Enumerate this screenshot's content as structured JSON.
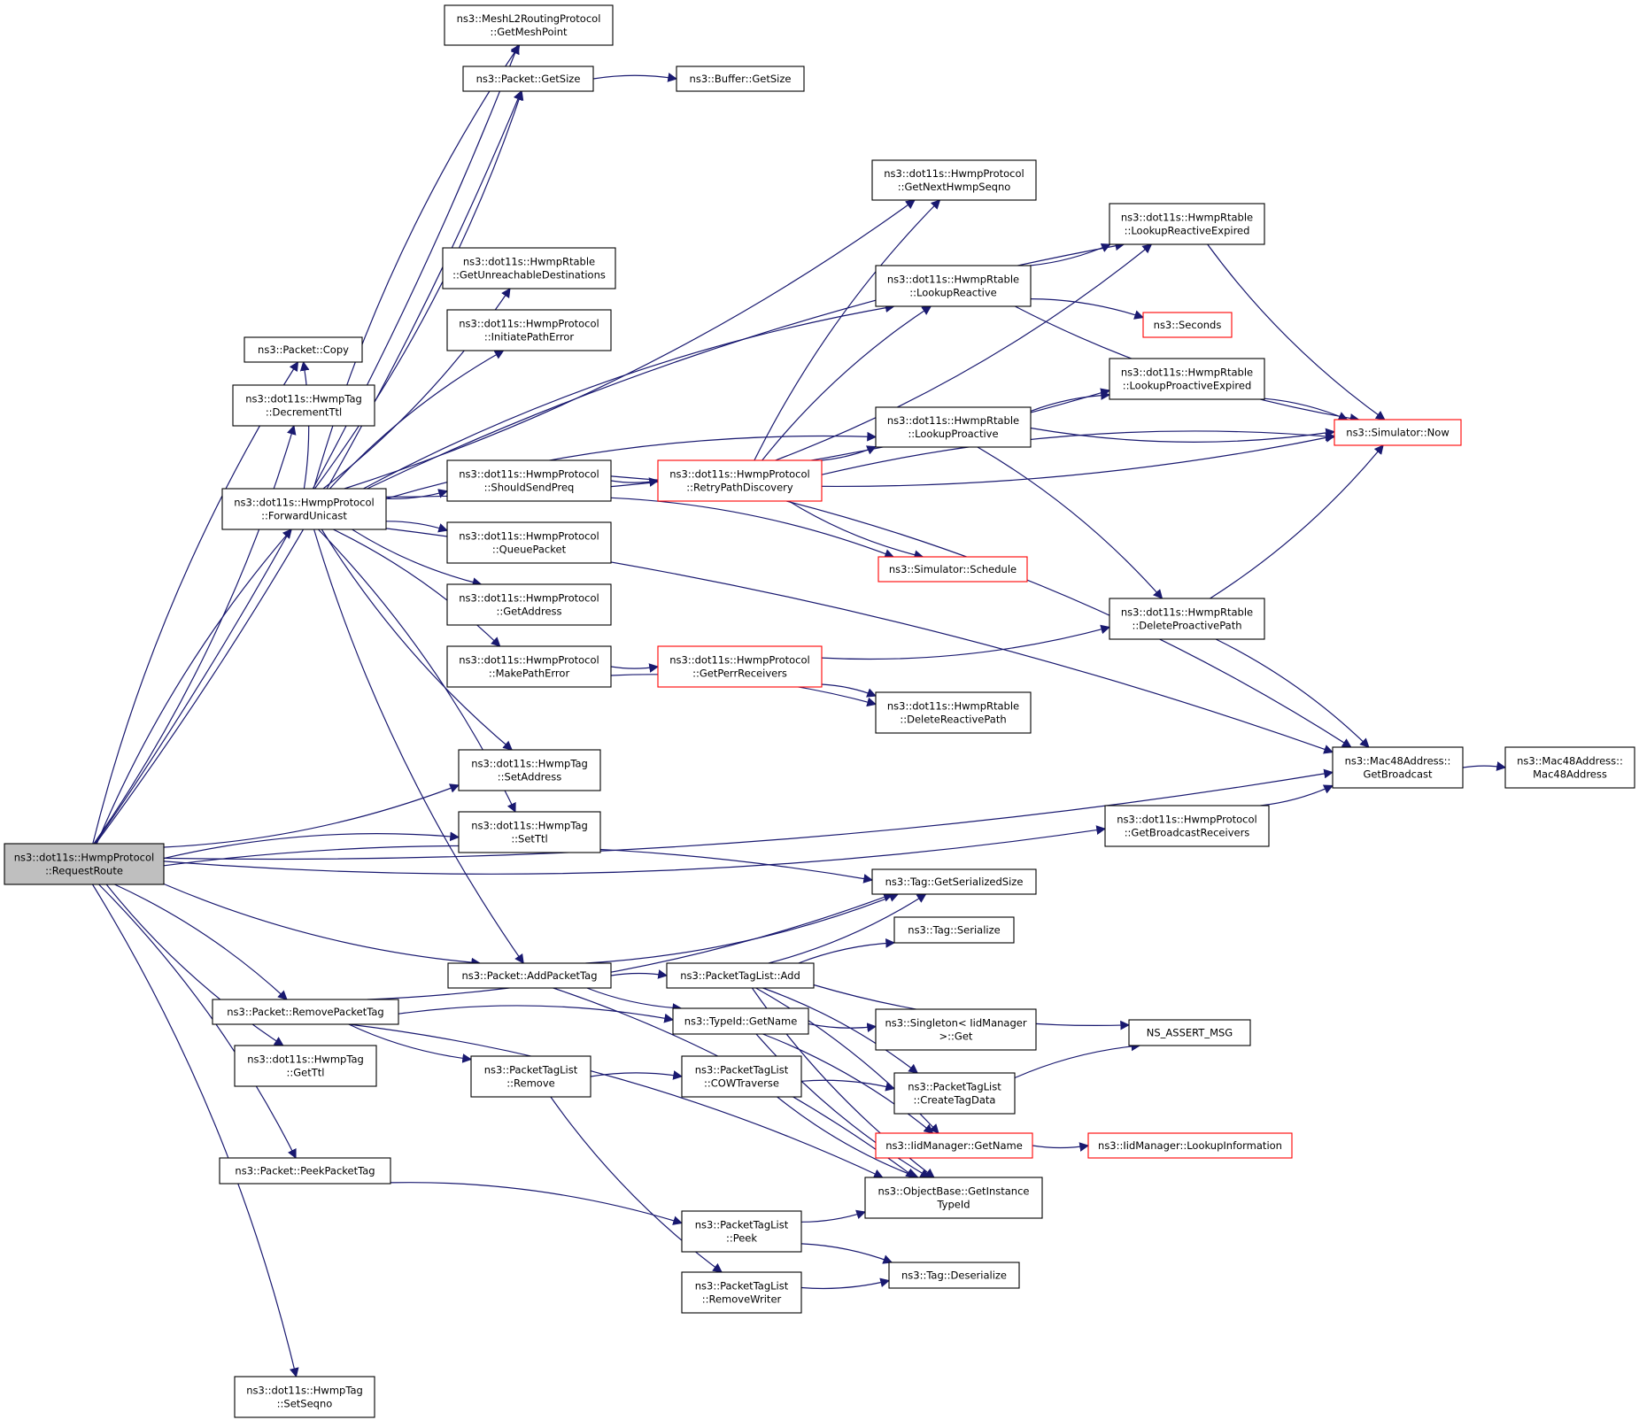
{
  "colors": {
    "edge": "#191970",
    "root_fill": "#bfbfbf",
    "red_border": "#ff0000",
    "node_border": "#000000"
  },
  "nodes": [
    {
      "id": "root",
      "lines": [
        "ns3::dot11s::HwmpProtocol",
        "::RequestRoute"
      ],
      "style": "root"
    },
    {
      "id": "mesh",
      "lines": [
        "ns3::MeshL2RoutingProtocol",
        "::GetMeshPoint"
      ]
    },
    {
      "id": "getsize",
      "lines": [
        "ns3::Packet::GetSize"
      ]
    },
    {
      "id": "bufsize",
      "lines": [
        "ns3::Buffer::GetSize"
      ]
    },
    {
      "id": "copy",
      "lines": [
        "ns3::Packet::Copy"
      ]
    },
    {
      "id": "dec",
      "lines": [
        "ns3::dot11s::HwmpTag",
        "::DecrementTtl"
      ]
    },
    {
      "id": "fwd",
      "lines": [
        "ns3::dot11s::HwmpProtocol",
        "::ForwardUnicast"
      ]
    },
    {
      "id": "nextseq",
      "lines": [
        "ns3::dot11s::HwmpProtocol",
        "::GetNextHwmpSeqno"
      ]
    },
    {
      "id": "unreach",
      "lines": [
        "ns3::dot11s::HwmpRtable",
        "::GetUnreachableDestinations"
      ]
    },
    {
      "id": "initerr",
      "lines": [
        "ns3::dot11s::HwmpProtocol",
        "::InitiatePathError"
      ]
    },
    {
      "id": "lre",
      "lines": [
        "ns3::dot11s::HwmpRtable",
        "::LookupReactiveExpired"
      ]
    },
    {
      "id": "lr",
      "lines": [
        "ns3::dot11s::HwmpRtable",
        "::LookupReactive"
      ]
    },
    {
      "id": "seconds",
      "lines": [
        "ns3::Seconds"
      ],
      "style": "red"
    },
    {
      "id": "lpe",
      "lines": [
        "ns3::dot11s::HwmpRtable",
        "::LookupProactiveExpired"
      ]
    },
    {
      "id": "lp",
      "lines": [
        "ns3::dot11s::HwmpRtable",
        "::LookupProactive"
      ]
    },
    {
      "id": "now",
      "lines": [
        "ns3::Simulator::Now"
      ],
      "style": "red"
    },
    {
      "id": "ssp",
      "lines": [
        "ns3::dot11s::HwmpProtocol",
        "::ShouldSendPreq"
      ]
    },
    {
      "id": "rpd",
      "lines": [
        "ns3::dot11s::HwmpProtocol",
        "::RetryPathDiscovery"
      ],
      "style": "red"
    },
    {
      "id": "qp",
      "lines": [
        "ns3::dot11s::HwmpProtocol",
        "::QueuePacket"
      ]
    },
    {
      "id": "sched",
      "lines": [
        "ns3::Simulator::Schedule"
      ],
      "style": "red"
    },
    {
      "id": "getaddr",
      "lines": [
        "ns3::dot11s::HwmpProtocol",
        "::GetAddress"
      ]
    },
    {
      "id": "dpp",
      "lines": [
        "ns3::dot11s::HwmpRtable",
        "::DeleteProactivePath"
      ]
    },
    {
      "id": "mpe",
      "lines": [
        "ns3::dot11s::HwmpProtocol",
        "::MakePathError"
      ]
    },
    {
      "id": "gpr",
      "lines": [
        "ns3::dot11s::HwmpProtocol",
        "::GetPerrReceivers"
      ],
      "style": "red"
    },
    {
      "id": "drp",
      "lines": [
        "ns3::dot11s::HwmpRtable",
        "::DeleteReactivePath"
      ]
    },
    {
      "id": "gb",
      "lines": [
        "ns3::Mac48Address::",
        "GetBroadcast"
      ]
    },
    {
      "id": "mac",
      "lines": [
        "ns3::Mac48Address::",
        "Mac48Address"
      ]
    },
    {
      "id": "setaddr",
      "lines": [
        "ns3::dot11s::HwmpTag",
        "::SetAddress"
      ]
    },
    {
      "id": "setttl",
      "lines": [
        "ns3::dot11s::HwmpTag",
        "::SetTtl"
      ]
    },
    {
      "id": "gbr",
      "lines": [
        "ns3::dot11s::HwmpProtocol",
        "::GetBroadcastReceivers"
      ]
    },
    {
      "id": "tgss",
      "lines": [
        "ns3::Tag::GetSerializedSize"
      ]
    },
    {
      "id": "tser",
      "lines": [
        "ns3::Tag::Serialize"
      ]
    },
    {
      "id": "apt",
      "lines": [
        "ns3::Packet::AddPacketTag"
      ]
    },
    {
      "id": "ptladd",
      "lines": [
        "ns3::PacketTagList::Add"
      ]
    },
    {
      "id": "rpt",
      "lines": [
        "ns3::Packet::RemovePacketTag"
      ]
    },
    {
      "id": "tidname",
      "lines": [
        "ns3::TypeId::GetName"
      ]
    },
    {
      "id": "single",
      "lines": [
        "ns3::Singleton< IidManager",
        ">::Get"
      ]
    },
    {
      "id": "nsassert",
      "lines": [
        "NS_ASSERT_MSG"
      ]
    },
    {
      "id": "getttl",
      "lines": [
        "ns3::dot11s::HwmpTag",
        "::GetTtl"
      ]
    },
    {
      "id": "ptlrem",
      "lines": [
        "ns3::PacketTagList",
        "::Remove"
      ]
    },
    {
      "id": "cow",
      "lines": [
        "ns3::PacketTagList",
        "::COWTraverse"
      ]
    },
    {
      "id": "ctd",
      "lines": [
        "ns3::PacketTagList",
        "::CreateTagData"
      ]
    },
    {
      "id": "iidname",
      "lines": [
        "ns3::IidManager::GetName"
      ],
      "style": "red"
    },
    {
      "id": "iidlook",
      "lines": [
        "ns3::IidManager::LookupInformation"
      ],
      "style": "red"
    },
    {
      "id": "ppt",
      "lines": [
        "ns3::Packet::PeekPacketTag"
      ]
    },
    {
      "id": "obgit",
      "lines": [
        "ns3::ObjectBase::GetInstance",
        "TypeId"
      ]
    },
    {
      "id": "ptlpeek",
      "lines": [
        "ns3::PacketTagList",
        "::Peek"
      ]
    },
    {
      "id": "tdes",
      "lines": [
        "ns3::Tag::Deserialize"
      ]
    },
    {
      "id": "ptlrw",
      "lines": [
        "ns3::PacketTagList",
        "::RemoveWriter"
      ]
    },
    {
      "id": "setseq",
      "lines": [
        "ns3::dot11s::HwmpTag",
        "::SetSeqno"
      ]
    }
  ],
  "edges": [
    [
      "root",
      "mesh"
    ],
    [
      "root",
      "copy"
    ],
    [
      "root",
      "dec"
    ],
    [
      "root",
      "fwd"
    ],
    [
      "root",
      "setaddr"
    ],
    [
      "root",
      "setttl"
    ],
    [
      "root",
      "gbr"
    ],
    [
      "root",
      "tgss"
    ],
    [
      "root",
      "apt"
    ],
    [
      "root",
      "rpt"
    ],
    [
      "root",
      "getttl"
    ],
    [
      "root",
      "ppt"
    ],
    [
      "root",
      "gb"
    ],
    [
      "root",
      "setseq"
    ],
    [
      "root",
      "getsize"
    ],
    [
      "fwd",
      "mesh"
    ],
    [
      "fwd",
      "getsize"
    ],
    [
      "fwd",
      "lre"
    ],
    [
      "fwd",
      "nextseq"
    ],
    [
      "fwd",
      "lr"
    ],
    [
      "fwd",
      "unreach"
    ],
    [
      "fwd",
      "initerr"
    ],
    [
      "fwd",
      "lpe"
    ],
    [
      "fwd",
      "lp"
    ],
    [
      "fwd",
      "ssp"
    ],
    [
      "fwd",
      "qp"
    ],
    [
      "fwd",
      "getaddr"
    ],
    [
      "fwd",
      "mpe"
    ],
    [
      "fwd",
      "setaddr"
    ],
    [
      "fwd",
      "setttl"
    ],
    [
      "fwd",
      "apt"
    ],
    [
      "fwd",
      "gb"
    ],
    [
      "fwd",
      "copy"
    ],
    [
      "getsize",
      "bufsize"
    ],
    [
      "ssp",
      "rpd"
    ],
    [
      "ssp",
      "sched"
    ],
    [
      "ssp",
      "now"
    ],
    [
      "rpd",
      "nextseq"
    ],
    [
      "rpd",
      "lre"
    ],
    [
      "rpd",
      "lr"
    ],
    [
      "rpd",
      "lp"
    ],
    [
      "rpd",
      "now"
    ],
    [
      "rpd",
      "sched"
    ],
    [
      "rpd",
      "gb"
    ],
    [
      "lr",
      "lre"
    ],
    [
      "lr",
      "seconds"
    ],
    [
      "lr",
      "now"
    ],
    [
      "lp",
      "lpe"
    ],
    [
      "lp",
      "now"
    ],
    [
      "lp",
      "dpp"
    ],
    [
      "lre",
      "now"
    ],
    [
      "lpe",
      "now"
    ],
    [
      "dpp",
      "now"
    ],
    [
      "dpp",
      "gb"
    ],
    [
      "mpe",
      "gpr"
    ],
    [
      "mpe",
      "drp"
    ],
    [
      "gpr",
      "dpp"
    ],
    [
      "gpr",
      "drp"
    ],
    [
      "gbr",
      "gb"
    ],
    [
      "gb",
      "mac"
    ],
    [
      "apt",
      "tgss"
    ],
    [
      "apt",
      "ptladd"
    ],
    [
      "apt",
      "tidname"
    ],
    [
      "apt",
      "obgit"
    ],
    [
      "ptladd",
      "tgss"
    ],
    [
      "ptladd",
      "tser"
    ],
    [
      "ptladd",
      "nsassert"
    ],
    [
      "ptladd",
      "ctd"
    ],
    [
      "ptladd",
      "obgit"
    ],
    [
      "ptladd",
      "iidname"
    ],
    [
      "rpt",
      "tgss"
    ],
    [
      "rpt",
      "tidname"
    ],
    [
      "rpt",
      "ptlrem"
    ],
    [
      "rpt",
      "obgit"
    ],
    [
      "tidname",
      "single"
    ],
    [
      "tidname",
      "iidname"
    ],
    [
      "tidname",
      "obgit"
    ],
    [
      "ptlrem",
      "cow"
    ],
    [
      "ptlrem",
      "ptlrw"
    ],
    [
      "cow",
      "ctd"
    ],
    [
      "cow",
      "obgit"
    ],
    [
      "ctd",
      "nsassert"
    ],
    [
      "iidname",
      "iidlook"
    ],
    [
      "ppt",
      "ptlpeek"
    ],
    [
      "ptlpeek",
      "obgit"
    ],
    [
      "ptlpeek",
      "tdes"
    ],
    [
      "ptlrw",
      "tdes"
    ]
  ]
}
